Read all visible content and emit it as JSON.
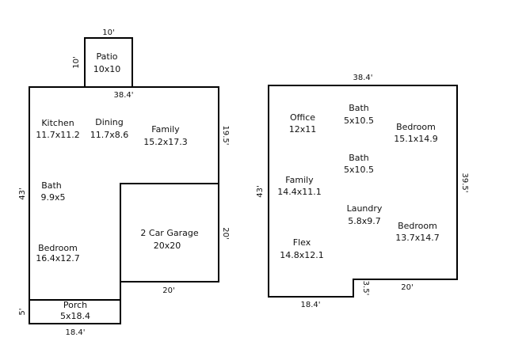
{
  "floor1": {
    "rooms": {
      "patio": {
        "name": "Patio",
        "size": "10x10"
      },
      "kitchen": {
        "name": "Kitchen",
        "size": "11.7x11.2"
      },
      "dining": {
        "name": "Dining",
        "size": "11.7x8.6"
      },
      "family": {
        "name": "Family",
        "size": "15.2x17.3"
      },
      "bath": {
        "name": "Bath",
        "size": "9.9x5"
      },
      "bedroom": {
        "name": "Bedroom",
        "size": "16.4x12.7"
      },
      "garage": {
        "name": "2 Car Garage",
        "size": "20x20"
      },
      "porch": {
        "name": "Porch",
        "size": "5x18.4"
      }
    },
    "dimensions": {
      "patio_width": "10'",
      "patio_depth": "10'",
      "top_width": "38.4'",
      "right_upper": "19.5'",
      "left_height": "43'",
      "garage_depth": "20'",
      "garage_width": "20'",
      "porch_depth": "5'",
      "porch_width": "18.4'"
    }
  },
  "floor2": {
    "rooms": {
      "office": {
        "name": "Office",
        "size": "12x11"
      },
      "bath1": {
        "name": "Bath",
        "size": "5x10.5"
      },
      "bedroom1": {
        "name": "Bedroom",
        "size": "15.1x14.9"
      },
      "bath2": {
        "name": "Bath",
        "size": "5x10.5"
      },
      "family": {
        "name": "Family",
        "size": "14.4x11.1"
      },
      "laundry": {
        "name": "Laundry",
        "size": "5.8x9.7"
      },
      "bedroom2": {
        "name": "Bedroom",
        "size": "13.7x14.7"
      },
      "flex": {
        "name": "Flex",
        "size": "14.8x12.1"
      }
    },
    "dimensions": {
      "top_width": "38.4'",
      "right_height": "39.5'",
      "left_height": "43'",
      "step": "3.5'",
      "bottom_right": "20'",
      "bottom_left": "18.4'"
    }
  }
}
